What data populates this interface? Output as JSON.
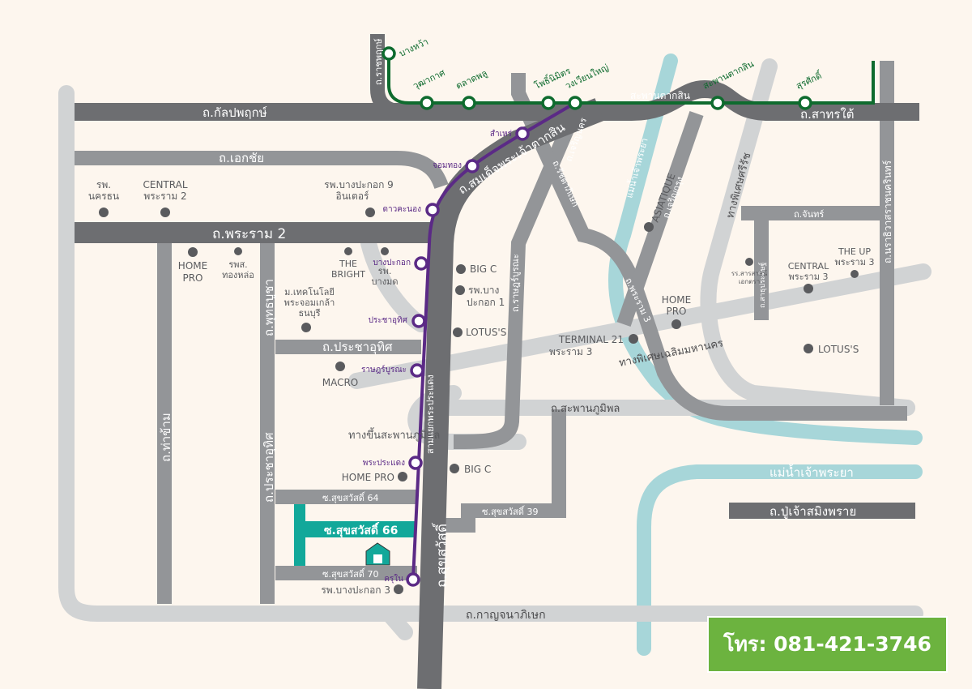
{
  "colors": {
    "background": "#fdf6ee",
    "main_road": "#6d6e71",
    "road": "#939598",
    "expressway": "#d1d3d4",
    "river": "#a7d6d9",
    "green_line": "#0e6b2e",
    "purple_line": "#5b2a86",
    "project_soi": "#12a89a",
    "phone_box": "#6cb33f"
  },
  "roads": {
    "kanlapaphruek": "ถ.กัลปพฤกษ์",
    "ratchaphruek": "ถ.ราชพฤกษ์",
    "ekkachai": "ถ.เอกชัย",
    "rama2": "ถ.พระราม 2",
    "somdet": "ถ.สมเด็จพระเจ้าตากสิน",
    "sathon_tai": "ถ.สาทรใต้",
    "taksin_bridge": "สะพานตากสิน",
    "tha_kham": "ถ.ท่าข้าม",
    "phutthabucha": "ถ.พุทธบูชา",
    "pracha_uthit_v": "ถ.ประชาอุทิศ",
    "pracha_uthit_h": "ถ.ประชาอุทิศ",
    "suksawat": "ถ.สุขสวัสดิ์",
    "suksawat_64": "ซ.สุขสวัสดิ์ 64",
    "suksawat_66": "ซ.สุขสวัสดิ์ 66",
    "suksawat_70": "ซ.สุขสวัสดิ์ 70",
    "suksawat_39": "ซ.สุขสวัสดิ์ 39",
    "kanchanaphisek": "ถ.กาญจนาภิเษก",
    "bhumibol_bridge": "ถ.สะพานภูมิพล",
    "bhumibol_ramp": "ทางขึ้นสะพานภูมิพล",
    "phra_pradaeng": "สามแยกพระประแดง",
    "ratburana": "ถ.ราษฎร์บูรณะ",
    "charoen_nakhon": "ถ.เจริญนคร",
    "ratchada": "ถ.รัชดาภิเษก",
    "chao_phraya_1": "แม่น้ำเจ้าพระยา",
    "chao_phraya_2": "แม่น้ำเจ้าพระยา",
    "charoen_krung": "ถ.เจริญกรุง",
    "rama3": "ถ.พระราม 3",
    "si_rat": "ทางพิเศษศรีรัช",
    "chaloem": "ทางพิเศษเฉลิมมหานคร",
    "chan": "ถ.จันทร์",
    "sathu": "ถ.สาธุประดิษฐ์",
    "narathiwat": "ถ.นราธิวาสราชนครินทร์",
    "pu_chao": "ถ.ปู่เจ้าสมิงพราย"
  },
  "green_line_stations": [
    "บางหว้า",
    "วุฒากาศ",
    "ตลาดพลู",
    "โพธิ์นิมิตร",
    "วงเวียนใหญ่",
    "สะพานตากสิน",
    "สุรศักดิ์"
  ],
  "purple_line_stations": [
    "สำเหร่",
    "จอมทอง",
    "ดาวคะนอง",
    "บางปะกอก",
    "ประชาอุทิศ",
    "ราษฎร์บูรณะ",
    "พระประแดง",
    "ครุใน"
  ],
  "places": {
    "rp_nakhon_1": "รพ.",
    "rp_nakhon_2": "นครธน",
    "central_r2_1": "CENTRAL",
    "central_r2_2": "พระราม 2",
    "rp_bpk9_1": "รพ.บางปะกอก 9",
    "rp_bpk9_2": "อินเตอร์",
    "homepro_r2_1": "HOME",
    "homepro_r2_2": "PRO",
    "rps_tl_1": "รพส.",
    "rps_tl_2": "ทองหล่อ",
    "bright_1": "THE",
    "bright_2": "BRIGHT",
    "rp_bangmod_1": "รพ.",
    "rp_bangmod_2": "บางมด",
    "kmutt_1": "ม.เทคโนโลยี",
    "kmutt_2": "พระจอมเกล้า",
    "kmutt_3": "ธนบุรี",
    "macro": "MACRO",
    "bigc_1": "BIG C",
    "rp_bpk1_1": "รพ.บาง",
    "rp_bpk1_2": "ปะกอก 1",
    "lotus_1": "LOTUS'S",
    "homepro_2": "HOME PRO",
    "bigc_2": "BIG C",
    "rp_bpk3": "รพ.บางปะกอก 3",
    "asiatique": "ASIATIQUE",
    "homepro_r3_1": "HOME",
    "homepro_r3_2": "PRO",
    "terminal_1": "TERMINAL 21",
    "terminal_2": "พระราม 3",
    "school_1": "รร.สารสาสน์",
    "school_2": "เอกตรา",
    "central_r3_1": "CENTRAL",
    "central_r3_2": "พระราม 3",
    "theup_1": "THE UP",
    "theup_2": "พระราม 3",
    "lotus_2": "LOTUS'S"
  },
  "project_icon": "home-icon",
  "phone": "โทร: 081-421-3746"
}
